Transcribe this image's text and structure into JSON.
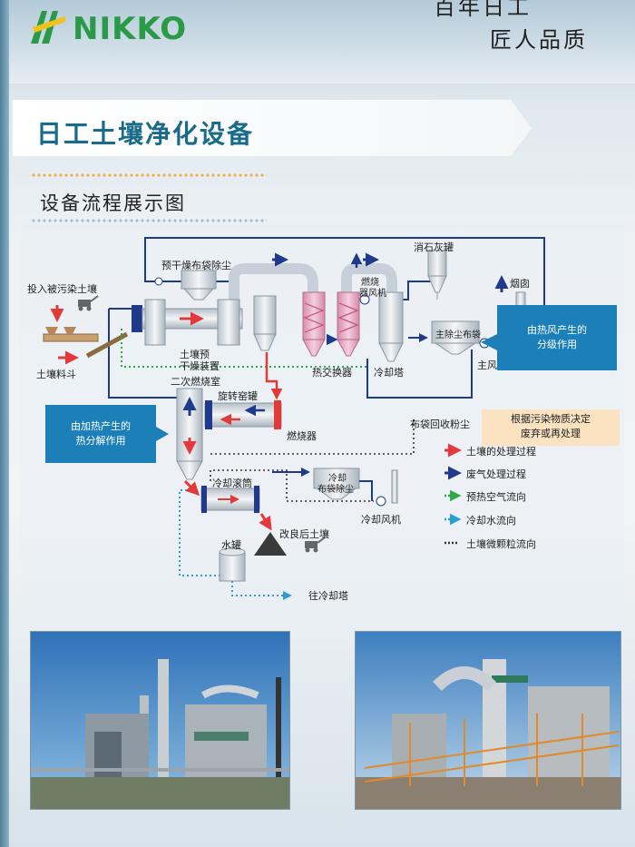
{
  "brand": {
    "logo_text": "NIKKO"
  },
  "header": {
    "slogan_line1": "百年日工",
    "slogan_line2": "匠人品质"
  },
  "page": {
    "title": "日工土壤净化设备",
    "subtitle": "设备流程展示图"
  },
  "diagram": {
    "labels": {
      "contaminated_soil_input": "投入被污染土壤",
      "soil_hopper": "土壤料斗",
      "predry_bag_filter": "预干燥布袋除尘",
      "soil_predryer_line1": "土壤预",
      "soil_predryer_line2": "干燥装置",
      "secondary_combustion": "二次燃烧室",
      "rotary_kiln": "旋转窑罐",
      "burner": "燃烧器",
      "heat_exchanger": "热交换器",
      "combustion_fan_line1": "燃烧",
      "combustion_fan_line2": "器风机",
      "cooling_tower": "冷却塔",
      "lime_tank": "消石灰罐",
      "chimney": "烟囱",
      "main_bag_filter": "主除尘布袋",
      "main_fan": "主风机",
      "bag_dust": "布袋回收粉尘",
      "cooling_drum": "冷却滚筒",
      "cooling_bag_filter_line1": "冷却",
      "cooling_bag_filter_line2": "布袋除尘",
      "cooling_fan": "冷却风机",
      "improved_soil": "改良后土壤",
      "water_tank": "水罐",
      "to_cooling_tower": "往冷却塔"
    },
    "panels": {
      "thermal_decomposition_line1": "由加热产生的",
      "thermal_decomposition_line2": "热分解作用",
      "hot_air_line1": "由热风产生的",
      "hot_air_line2": "分级作用",
      "decide_line1": "根据污染物质决定",
      "decide_line2": "废弃或再处理"
    },
    "legend": [
      {
        "label": "土壤的处理过程",
        "color": "#e23a3a",
        "style": "solid"
      },
      {
        "label": "废气处理过程",
        "color": "#1f3a8a",
        "style": "solid"
      },
      {
        "label": "预热空气流向",
        "color": "#2fa84a",
        "style": "dotted"
      },
      {
        "label": "冷却水流向",
        "color": "#2a9fd0",
        "style": "dotted"
      },
      {
        "label": "土壤微颗粒流向",
        "color": "#333333",
        "style": "dotted"
      }
    ],
    "colors": {
      "accent_blue": "#1d7fb8",
      "gas_blue": "#1f3a8a",
      "soil_red": "#e23a3a",
      "green": "#2fa84a",
      "equipment_pink": "#e8a7c0"
    }
  },
  "photos": [
    {
      "caption": ""
    },
    {
      "caption": ""
    }
  ]
}
